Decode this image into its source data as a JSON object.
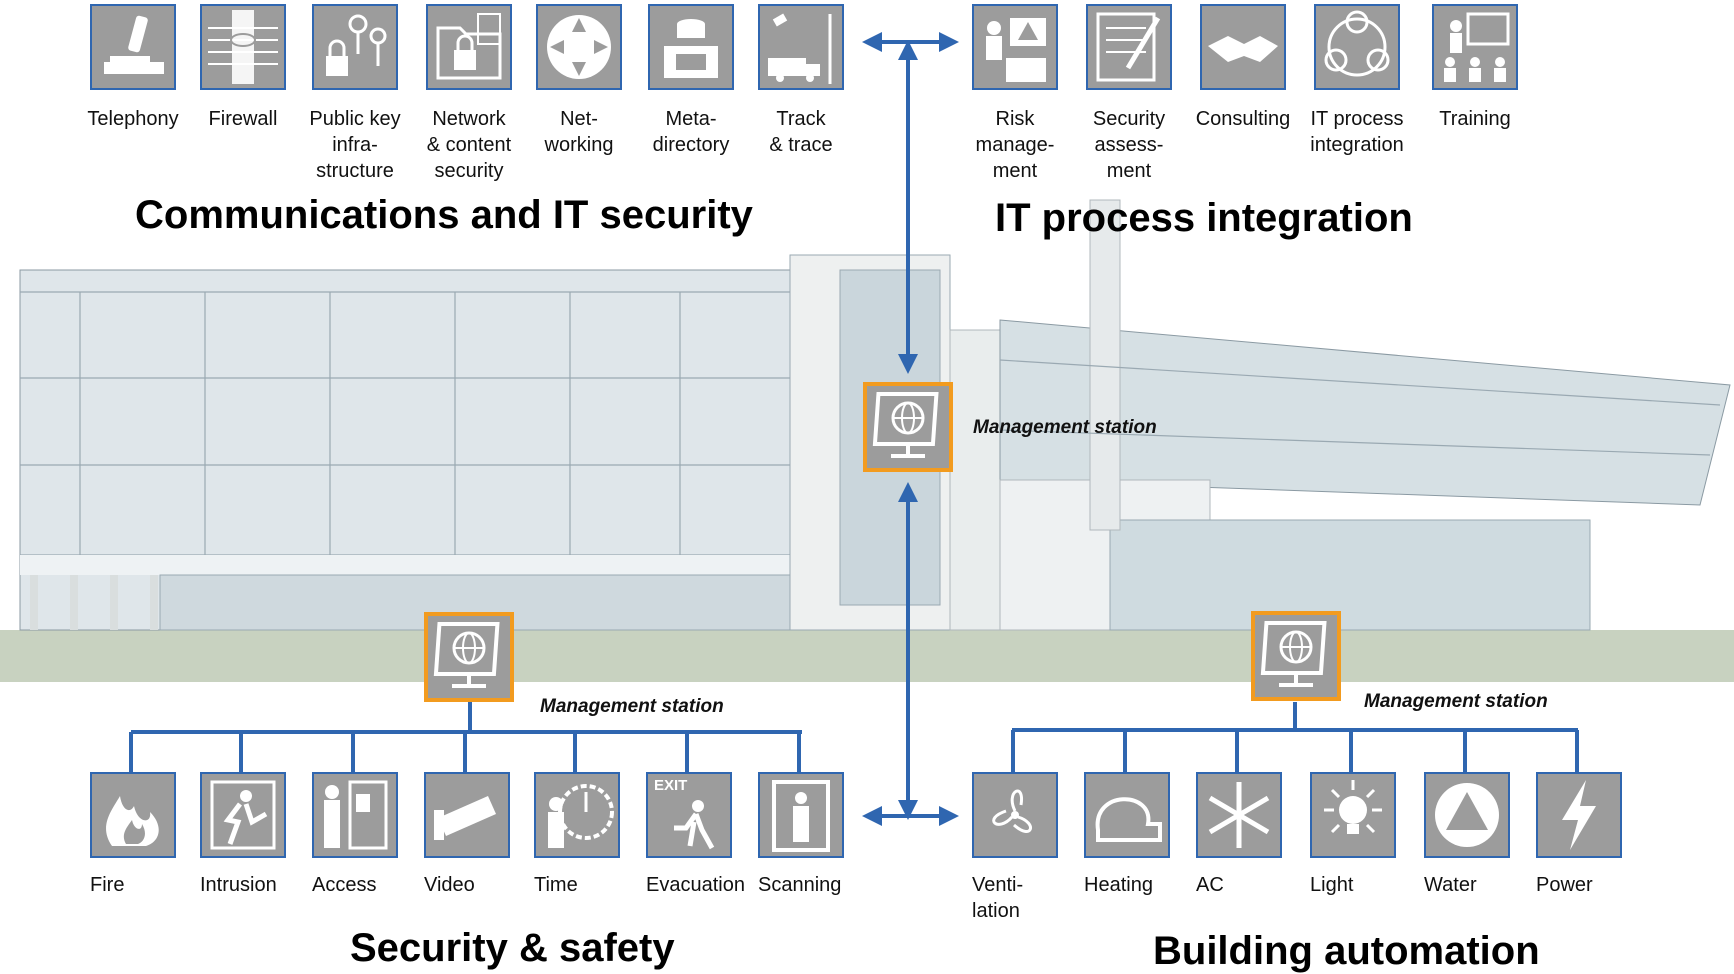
{
  "sections": {
    "comm": {
      "title": "Communications and IT security",
      "items": [
        {
          "label": "Telephony",
          "icon": "telephony-icon"
        },
        {
          "label": "Firewall",
          "icon": "firewall-icon"
        },
        {
          "label": "Public key\ninfra-\nstructure",
          "icon": "keys-icon"
        },
        {
          "label": "Network\n& content\nsecurity",
          "icon": "folder-lock-icon"
        },
        {
          "label": "Net-\nworking",
          "icon": "networking-icon"
        },
        {
          "label": "Meta-\ndirectory",
          "icon": "directory-icon"
        },
        {
          "label": "Track\n& trace",
          "icon": "satellite-truck-icon"
        }
      ]
    },
    "itp": {
      "title": "IT process integration",
      "items": [
        {
          "label": "Risk\nmanage-\nment",
          "icon": "risk-icon"
        },
        {
          "label": "Security\nassess-\nment",
          "icon": "assessment-icon"
        },
        {
          "label": "Consulting",
          "icon": "handshake-icon"
        },
        {
          "label": "IT process\nintegration",
          "icon": "cycle-icon"
        },
        {
          "label": "Training",
          "icon": "training-icon"
        }
      ]
    },
    "safety": {
      "title": "Security & safety",
      "items": [
        {
          "label": "Fire",
          "icon": "fire-icon"
        },
        {
          "label": "Intrusion",
          "icon": "intrusion-icon"
        },
        {
          "label": "Access",
          "icon": "access-icon"
        },
        {
          "label": "Video",
          "icon": "camera-icon"
        },
        {
          "label": "Time",
          "icon": "time-icon"
        },
        {
          "label": "Evacuation",
          "icon": "exit-icon",
          "badge": "EXIT"
        },
        {
          "label": "Scanning",
          "icon": "scanner-icon"
        }
      ]
    },
    "building": {
      "title": "Building automation",
      "items": [
        {
          "label": "Venti-\nlation",
          "icon": "fan-icon"
        },
        {
          "label": "Heating",
          "icon": "heating-icon"
        },
        {
          "label": "AC",
          "icon": "snowflake-icon"
        },
        {
          "label": "Light",
          "icon": "light-icon"
        },
        {
          "label": "Water",
          "icon": "water-icon"
        },
        {
          "label": "Power",
          "icon": "lightning-icon"
        }
      ]
    }
  },
  "stations": {
    "center": "Management station",
    "safety": "Management station",
    "building": "Management station"
  },
  "colors": {
    "line": "#2f66b0",
    "station_border": "#f29b1f",
    "tile": "#9c9c9c"
  }
}
